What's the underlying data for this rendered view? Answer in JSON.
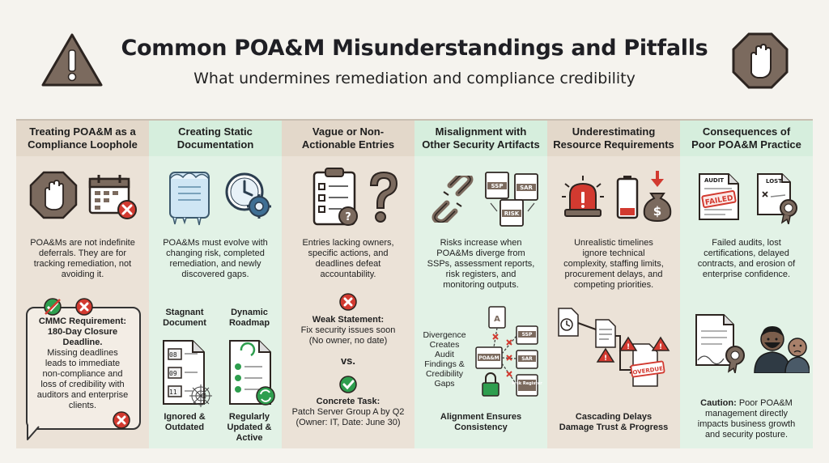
{
  "header": {
    "title": "Common POA&M Misunderstandings and Pitfalls",
    "subtitle": "What undermines remediation and compliance credibility"
  },
  "columns": [
    {
      "heading": "Treating POA&M as a\nCompliance Loophole",
      "body": "POA&Ms are not indefinite\ndeferrals. They are for\ntracking remediation, not\navoiding it.",
      "callout_title": "CMMC Requirement:\n180-Day Closure\nDeadline.",
      "callout_body": "Missing deadlines\nleads to immediate\nnon-compliance and\nloss of credibility with\nauditors and enterprise\nclients."
    },
    {
      "heading": "Creating Static\nDocumentation",
      "body": "POA&Ms must evolve with\nchanging risk, completed\nremediation, and newly\ndiscovered gaps.",
      "left_label": "Stagnant\nDocument",
      "right_label": "Dynamic\nRoadmap",
      "doc_lines": [
        "08",
        "09",
        "11"
      ],
      "left_caption": "Ignored &\nOutdated",
      "right_caption": "Regularly\nUpdated &\nActive"
    },
    {
      "heading": "Vague or Non-\nActionable Entries",
      "body": "Entries lacking owners,\nspecific actions, and\ndeadlines defeat\naccountability.",
      "weak_title": "Weak Statement:",
      "weak_body": "Fix security issues soon\n(No owner, no date)",
      "vs": "vs.",
      "concrete_title": "Concrete Task:",
      "concrete_body": "Patch Server Group A by Q2\n(Owner: IT, Date: June 30)"
    },
    {
      "heading": "Misalignment with\nOther Security Artifacts",
      "body": "Risks increase when\nPOA&Ms diverge from\nSSPs, assessment reports,\nrisk registers, and\nmonitoring outputs.",
      "doc_labels": [
        "SSP",
        "SAR",
        "RISK"
      ],
      "diagram_labels": [
        "POA&M",
        "SSP",
        "SAR",
        "Risk\nRegister"
      ],
      "divergence": "Divergence\nCreates\nAudit\nFindings &\nCredibility\nGaps",
      "caption": "Alignment Ensures\nConsistency"
    },
    {
      "heading": "Underestimating\nResource Requirements",
      "body": "Unrealistic timelines\nignore technical\ncomplexity, staffing limits,\nprocurement delays, and\ncompeting priorities.",
      "money_symbol": "$",
      "stamp": "OVERDUE",
      "caption": "Cascading Delays\nDamage Trust & Progress"
    },
    {
      "heading": "Consequences of\nPoor POA&M Practice",
      "body": "Failed audits, lost\ncertifications, delayed\ncontracts, and erosion of\nenterprise confidence.",
      "audit_label": "AUDIT",
      "failed_label": "FAILED",
      "lost_label": "LOST",
      "caution_title": "Caution:",
      "caution_body": " Poor POA&M\nmanagement directly\nimpacts business growth\nand security posture."
    }
  ],
  "colors": {
    "tan_column": "#ebe2d7",
    "mint_column": "#e2f2e6",
    "alert_red": "#d23a30",
    "success_green": "#2e9e4e",
    "icon_brown": "#7b6a5e"
  }
}
